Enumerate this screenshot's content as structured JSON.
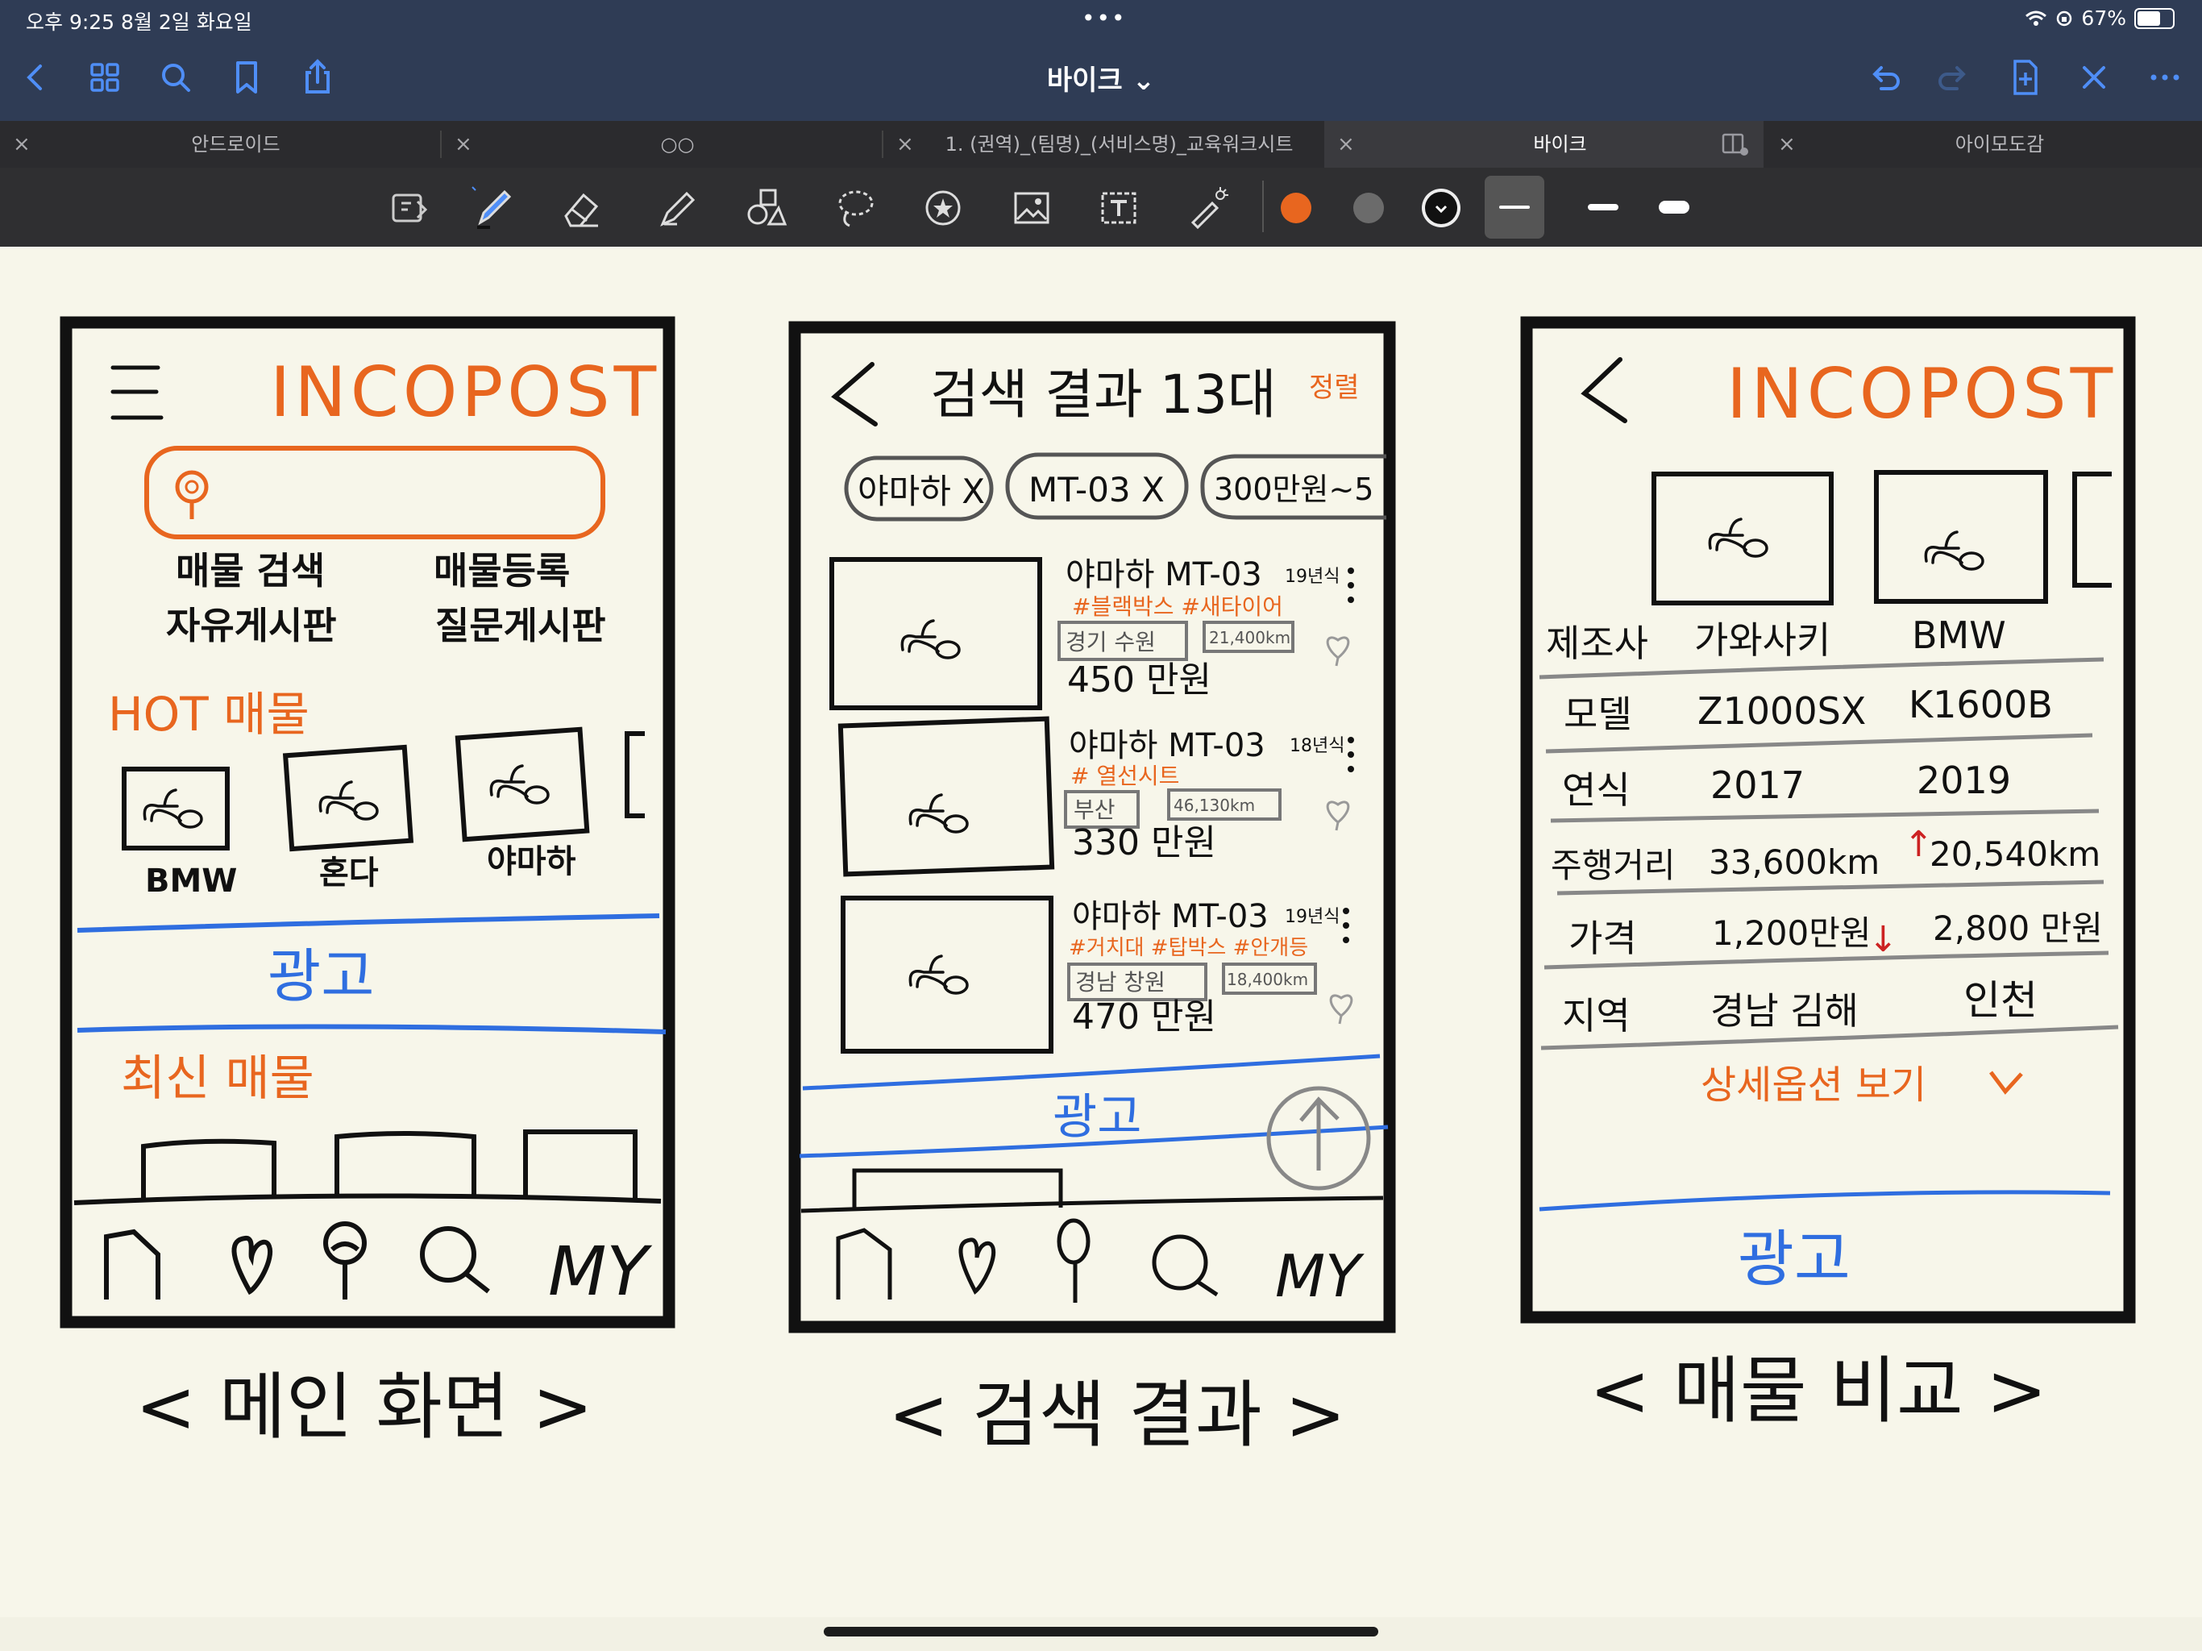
{
  "status_bar": {
    "time_date": "오후 9:25   8월 2일 화요일",
    "dots": "•••",
    "battery_text": "67%"
  },
  "toolbar": {
    "doc_title": "바이크 ⌄"
  },
  "tabs": [
    {
      "label": "안드로이드",
      "close": "×"
    },
    {
      "label": "○○",
      "close": "×"
    },
    {
      "label": "1. (권역)_(팀명)_(서비스명)_교육워크시트",
      "close": "×"
    },
    {
      "label": "바이크",
      "close": "×"
    },
    {
      "label": "아이모도감",
      "close": "×"
    }
  ],
  "colors": {
    "orange": "#e8661f",
    "blue": "#2f6ee0",
    "ink": "#111111",
    "gray": "#777777",
    "red": "#cc2222"
  },
  "sketch": {
    "screen1": {
      "logo": "INCOPOST",
      "menu1": "매물 검색",
      "menu2": "매물등록",
      "menu3": "자유게시판",
      "menu4": "질문게시판",
      "hot": "HOT  매물",
      "brand1": "BMW",
      "brand2": "혼다",
      "brand3": "야마하",
      "ad": "광고",
      "latest": "최신 매물",
      "nav_my": "MY",
      "caption": "< 메인 화면 >"
    },
    "screen2": {
      "title": "검색 결과 13대",
      "sort": "정렬",
      "chip1": "야마하 X",
      "chip2": "MT-03 X",
      "chip3": "300만원~5",
      "items": [
        {
          "name": "야마하 MT-03",
          "year": "19년식",
          "tags": "#블랙박스  #새타이어",
          "region": "경기 수원",
          "km": "21,400km",
          "price": "450 만원"
        },
        {
          "name": "야마하 MT-03",
          "year": "18년식",
          "tags": "# 열선시트",
          "region": "부산",
          "km": "46,130km",
          "price": "330 만원"
        },
        {
          "name": "야마하 MT-03",
          "year": "19년식",
          "tags": "#거치대  #탑박스 #안개등",
          "region": "경남 창원",
          "km": "18,400km",
          "price": "470 만원"
        }
      ],
      "ad": "광고",
      "nav_my": "MY",
      "caption": "< 검색 결과 >"
    },
    "screen3": {
      "logo": "INCOPOST",
      "rows": [
        {
          "label": "제조사",
          "a": "가와사키",
          "b": "BMW"
        },
        {
          "label": "모델",
          "a": "Z1000SX",
          "b": "K1600B"
        },
        {
          "label": "연식",
          "a": "2017",
          "b": "2019"
        },
        {
          "label": "주행거리",
          "a": "33,600km",
          "b": "20,540km"
        },
        {
          "label": "가격",
          "a": "1,200만원",
          "b": "2,800 만원"
        },
        {
          "label": "지역",
          "a": "경남 김해",
          "b": "인천"
        }
      ],
      "up_arrow": "↑",
      "down_arrow": "↓",
      "more": "상세옵션 보기",
      "ad": "광고",
      "caption": "< 매물 비교 >"
    }
  }
}
